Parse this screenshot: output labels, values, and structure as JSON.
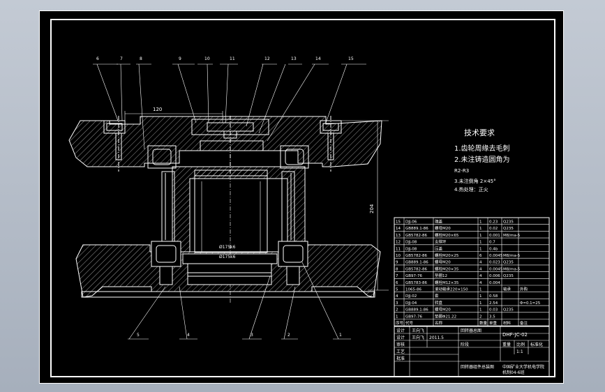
{
  "part_numbers": [
    "6",
    "7",
    "8",
    "9",
    "10",
    "11",
    "12",
    "13",
    "14",
    "15",
    "5",
    "4",
    "3",
    "2",
    "1"
  ],
  "dimensions": {
    "width_top": "120",
    "height_right": "204",
    "dia_1": "Ø175k6",
    "dia_2": "Ø175k6"
  },
  "tech_requirements": {
    "title": "技术要求",
    "items": [
      "1.齿轮周缘去毛刺",
      "2.未注铸造圆角为",
      "R2-R3",
      "3.未注倒角 2×45°",
      "4.热处理：正火"
    ]
  },
  "bom": {
    "rows": [
      [
        "15",
        "DJJ-06",
        "端盖",
        "1",
        "0.23",
        "Q235",
        ""
      ],
      [
        "14",
        "GB889.1-86",
        "螺母M20",
        "1",
        "0.02",
        "Q235",
        ""
      ],
      [
        "13",
        "GB5782-86",
        "螺栓M20×65",
        "1",
        "0.001",
        "M8/ma-5",
        ""
      ],
      [
        "12",
        "DJJ-08",
        "支撑环",
        "1",
        "0.7",
        "",
        ""
      ],
      [
        "11",
        "DJJ-08",
        "压盖",
        "1",
        "0.4b",
        "",
        ""
      ],
      [
        "10",
        "GB5782-86",
        "螺栓M20×25",
        "6",
        "0.0045",
        "M8/ma-5",
        ""
      ],
      [
        "9",
        "GB889.1-86",
        "螺母M20",
        "4",
        "0.023",
        "Q235",
        ""
      ],
      [
        "8",
        "GB5782-86",
        "螺栓M20×35",
        "4",
        "0.0045",
        "M8/ma-5",
        ""
      ],
      [
        "7",
        "GB97-76",
        "垫圈12",
        "4",
        "0.006",
        "Q235",
        ""
      ],
      [
        "6",
        "GB5783-86",
        "螺栓M12×35",
        "4",
        "0.004",
        "",
        ""
      ],
      [
        "5",
        "1065-86",
        "滚动轴承220×150",
        "1",
        "",
        "轴承",
        "外购"
      ],
      [
        "4",
        "DJJ-02",
        "套",
        "1",
        "0.58",
        "",
        ""
      ],
      [
        "3",
        "DJJ-04",
        "转盘",
        "1",
        "2.54",
        "",
        "Φ=0.1=25"
      ],
      [
        "2",
        "GB889.1-86",
        "螺母M20",
        "1",
        "0.03",
        "Q235",
        ""
      ],
      [
        "1",
        "GB97-76",
        "垫圈Φ21.22",
        "2",
        "3.5",
        "",
        ""
      ]
    ],
    "header": [
      "序号",
      "代号",
      "名称",
      "数量",
      "单重",
      "材料",
      "备注"
    ],
    "title_block": {
      "row1_a": "设计",
      "row1_b": "王向飞",
      "row1_c": "回转器总图",
      "row1_d": "DHF-JC-02",
      "row2_a": "设计",
      "row2_b": "王向飞",
      "row2_c": "2011.5",
      "row3_a": "审核",
      "row3_b": "",
      "row3_c": "阶段",
      "row3_d": "重量",
      "row3_e": "比例",
      "row3_f": "标准化",
      "row4_a": "工艺",
      "row4_b": "1:1",
      "row5_a": "批准",
      "row5_b": "回转器组件总装图",
      "row5_c": "中国矿业大学机电学院",
      "row5_d": "机制04-6班"
    }
  }
}
